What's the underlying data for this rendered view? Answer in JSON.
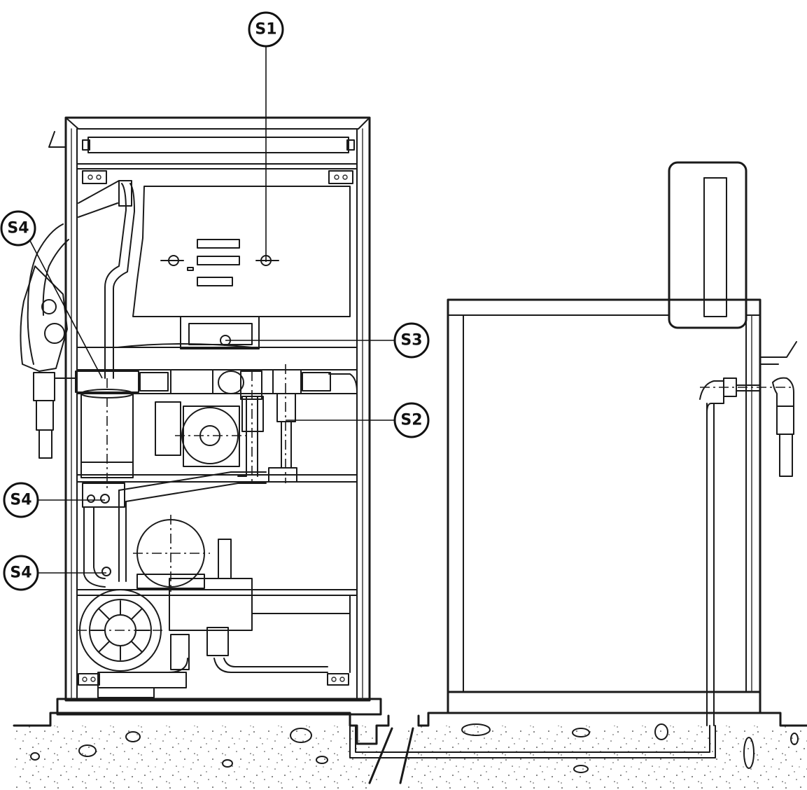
{
  "callouts": {
    "s1": "S1",
    "s2": "S2",
    "s3": "S3",
    "s4_upper": "S4",
    "s4_middle": "S4",
    "s4_lower": "S4"
  }
}
